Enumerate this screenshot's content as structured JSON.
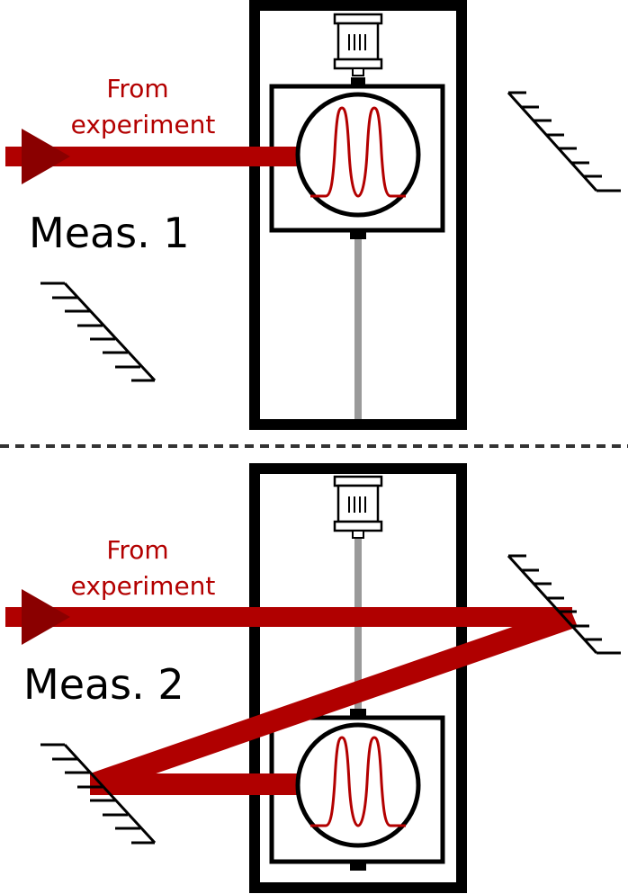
{
  "panels": [
    {
      "id": "meas1",
      "label": "Meas. 1",
      "from_label_line1": "From",
      "from_label_line2": "experiment"
    },
    {
      "id": "meas2",
      "label": "Meas. 2",
      "from_label_line1": "From",
      "from_label_line2": "experiment"
    }
  ],
  "colors": {
    "beam": "#b00000",
    "arrow": "#8a0000",
    "frame": "#000000",
    "rod": "#9a9a9a",
    "signal": "#b30000"
  },
  "icons": {
    "motor": "motor-icon",
    "mirror": "mirror-icon",
    "detector": "detector-icon"
  }
}
